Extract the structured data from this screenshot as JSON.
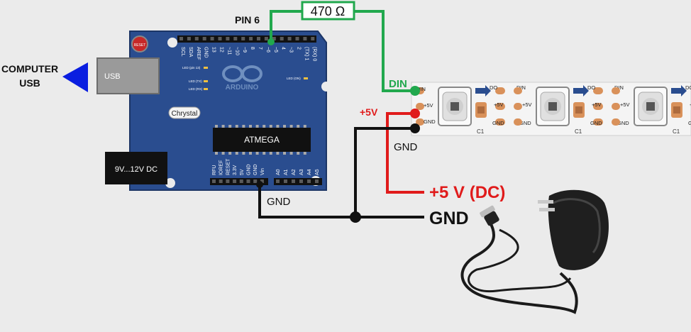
{
  "labels": {
    "computer_usb": [
      "COMPUTER",
      "USB"
    ],
    "pin6": "PIN 6",
    "resistor": "470 Ω",
    "din": "DIN",
    "plus5v": "+5V",
    "gnd_strip": "GND",
    "gnd_arduino": "GND",
    "supply_plus": "+5 V (DC)",
    "supply_gnd": "GND"
  },
  "board": {
    "usb": "USB",
    "dc_jack": "9V...12V DC",
    "chip": "ATMEGA",
    "crystal": "Chrystal",
    "logo": "ARDUINO",
    "reset": "RESET",
    "top_pins": [
      "SCL",
      "SDA",
      "AREF",
      "GND",
      "13",
      "12",
      "~11",
      "~10",
      "~9",
      "8",
      "7",
      "~6",
      "~5",
      "4",
      "~3",
      "2",
      "(TX) 1",
      "(RX) 0"
    ],
    "bottom_pins": [
      "RFU",
      "IOREF",
      "RESET",
      "3.3V",
      "5V",
      "GND",
      "GND",
      "Vin",
      "A0",
      "A1",
      "A2",
      "A3",
      "A4",
      "A5"
    ],
    "led_labels": [
      "LED (pin 13)",
      "LED (TX)",
      "LED (RX)",
      "LED (ON)"
    ]
  },
  "strip": {
    "pad_labels": [
      "DIN",
      "+5V",
      "GND"
    ],
    "segment_labels": {
      "do": "DO",
      "din": "DIN",
      "plus5v": "+5V",
      "gnd": "GND",
      "cap": "C1"
    }
  },
  "colors": {
    "signal": "#21a84d",
    "power": "#e01b1b",
    "ground": "#111111",
    "board": "#2a4d8f",
    "usb_arrow": "#0a1ee0"
  }
}
